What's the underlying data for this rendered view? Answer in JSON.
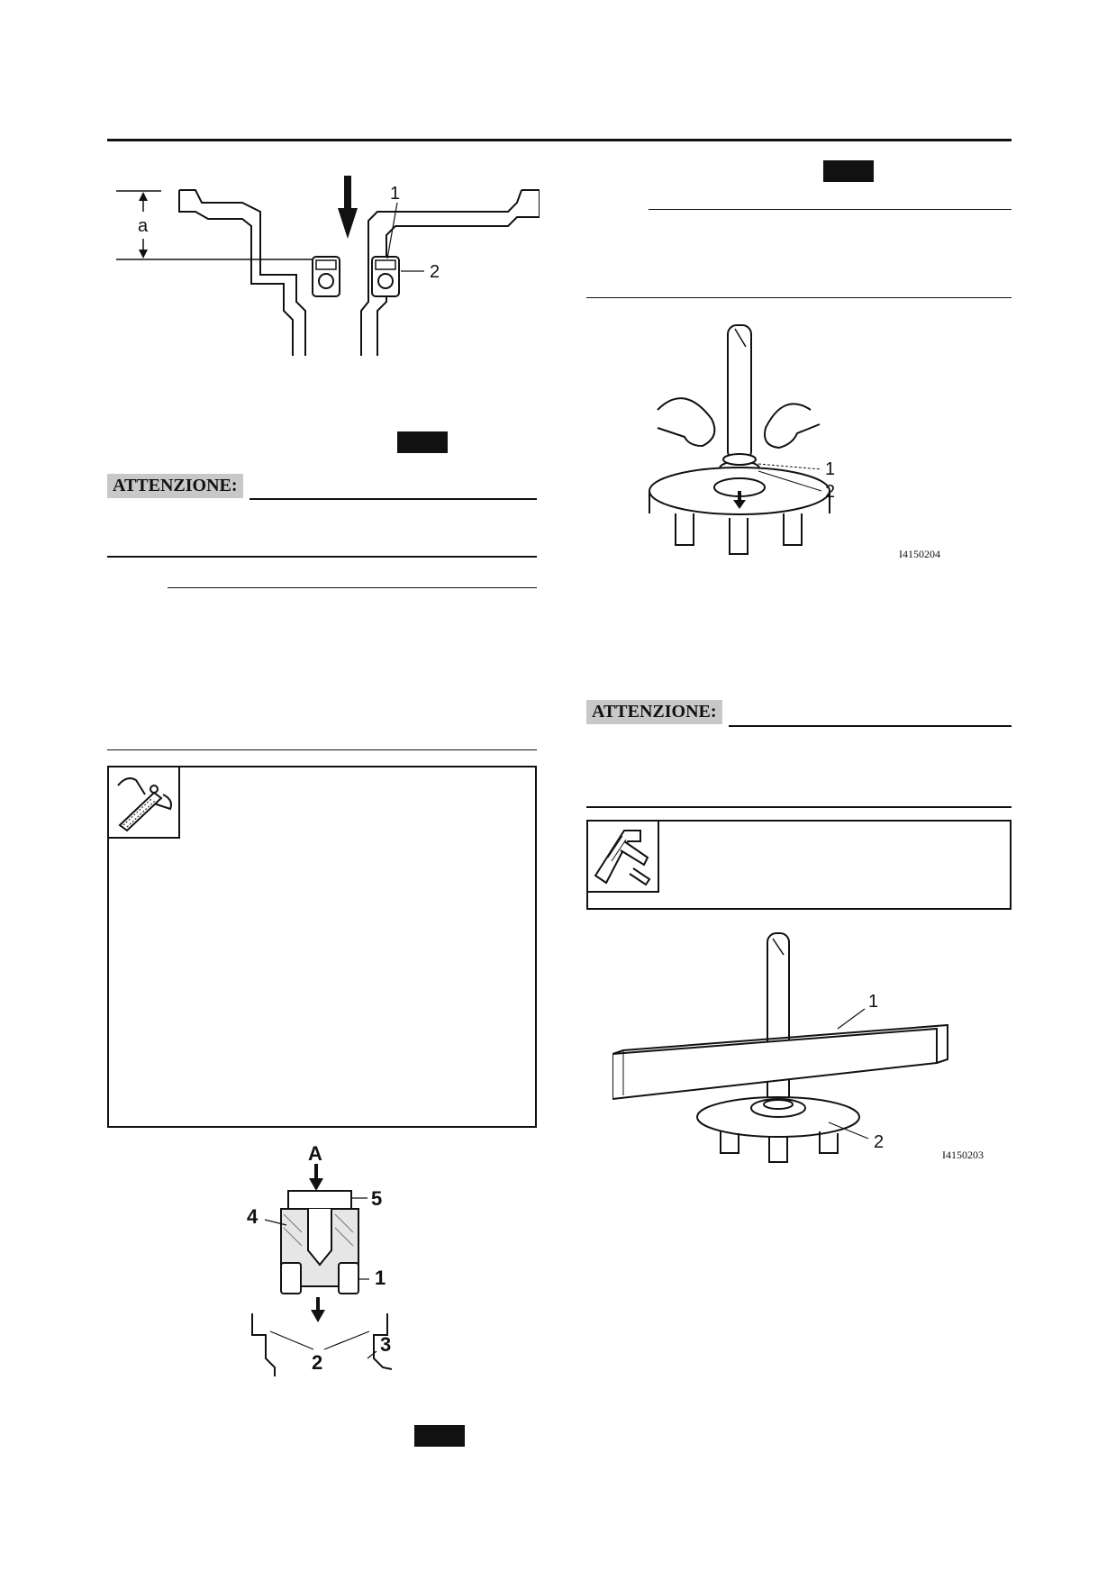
{
  "attention": {
    "left_label": "ATTENZIONE:",
    "right_label": "ATTENZIONE:"
  },
  "figures": {
    "fig_bearing_section": {
      "label_a": "a",
      "label_1": "1",
      "label_2": "2"
    },
    "fig_shaft_fingers": {
      "label_1": "1",
      "label_2": "2",
      "code": "I4150204"
    },
    "fig_press_tool": {
      "label_A": "A",
      "label_1": "1",
      "label_2": "2",
      "label_3": "3",
      "label_4": "4",
      "label_5": "5"
    },
    "fig_straightedge": {
      "label_1": "1",
      "label_2": "2",
      "code": "I4150203"
    }
  },
  "icons": {
    "tool_icon": "pliers-tool-icon",
    "caliper_icon": "caliper-measure-icon"
  }
}
